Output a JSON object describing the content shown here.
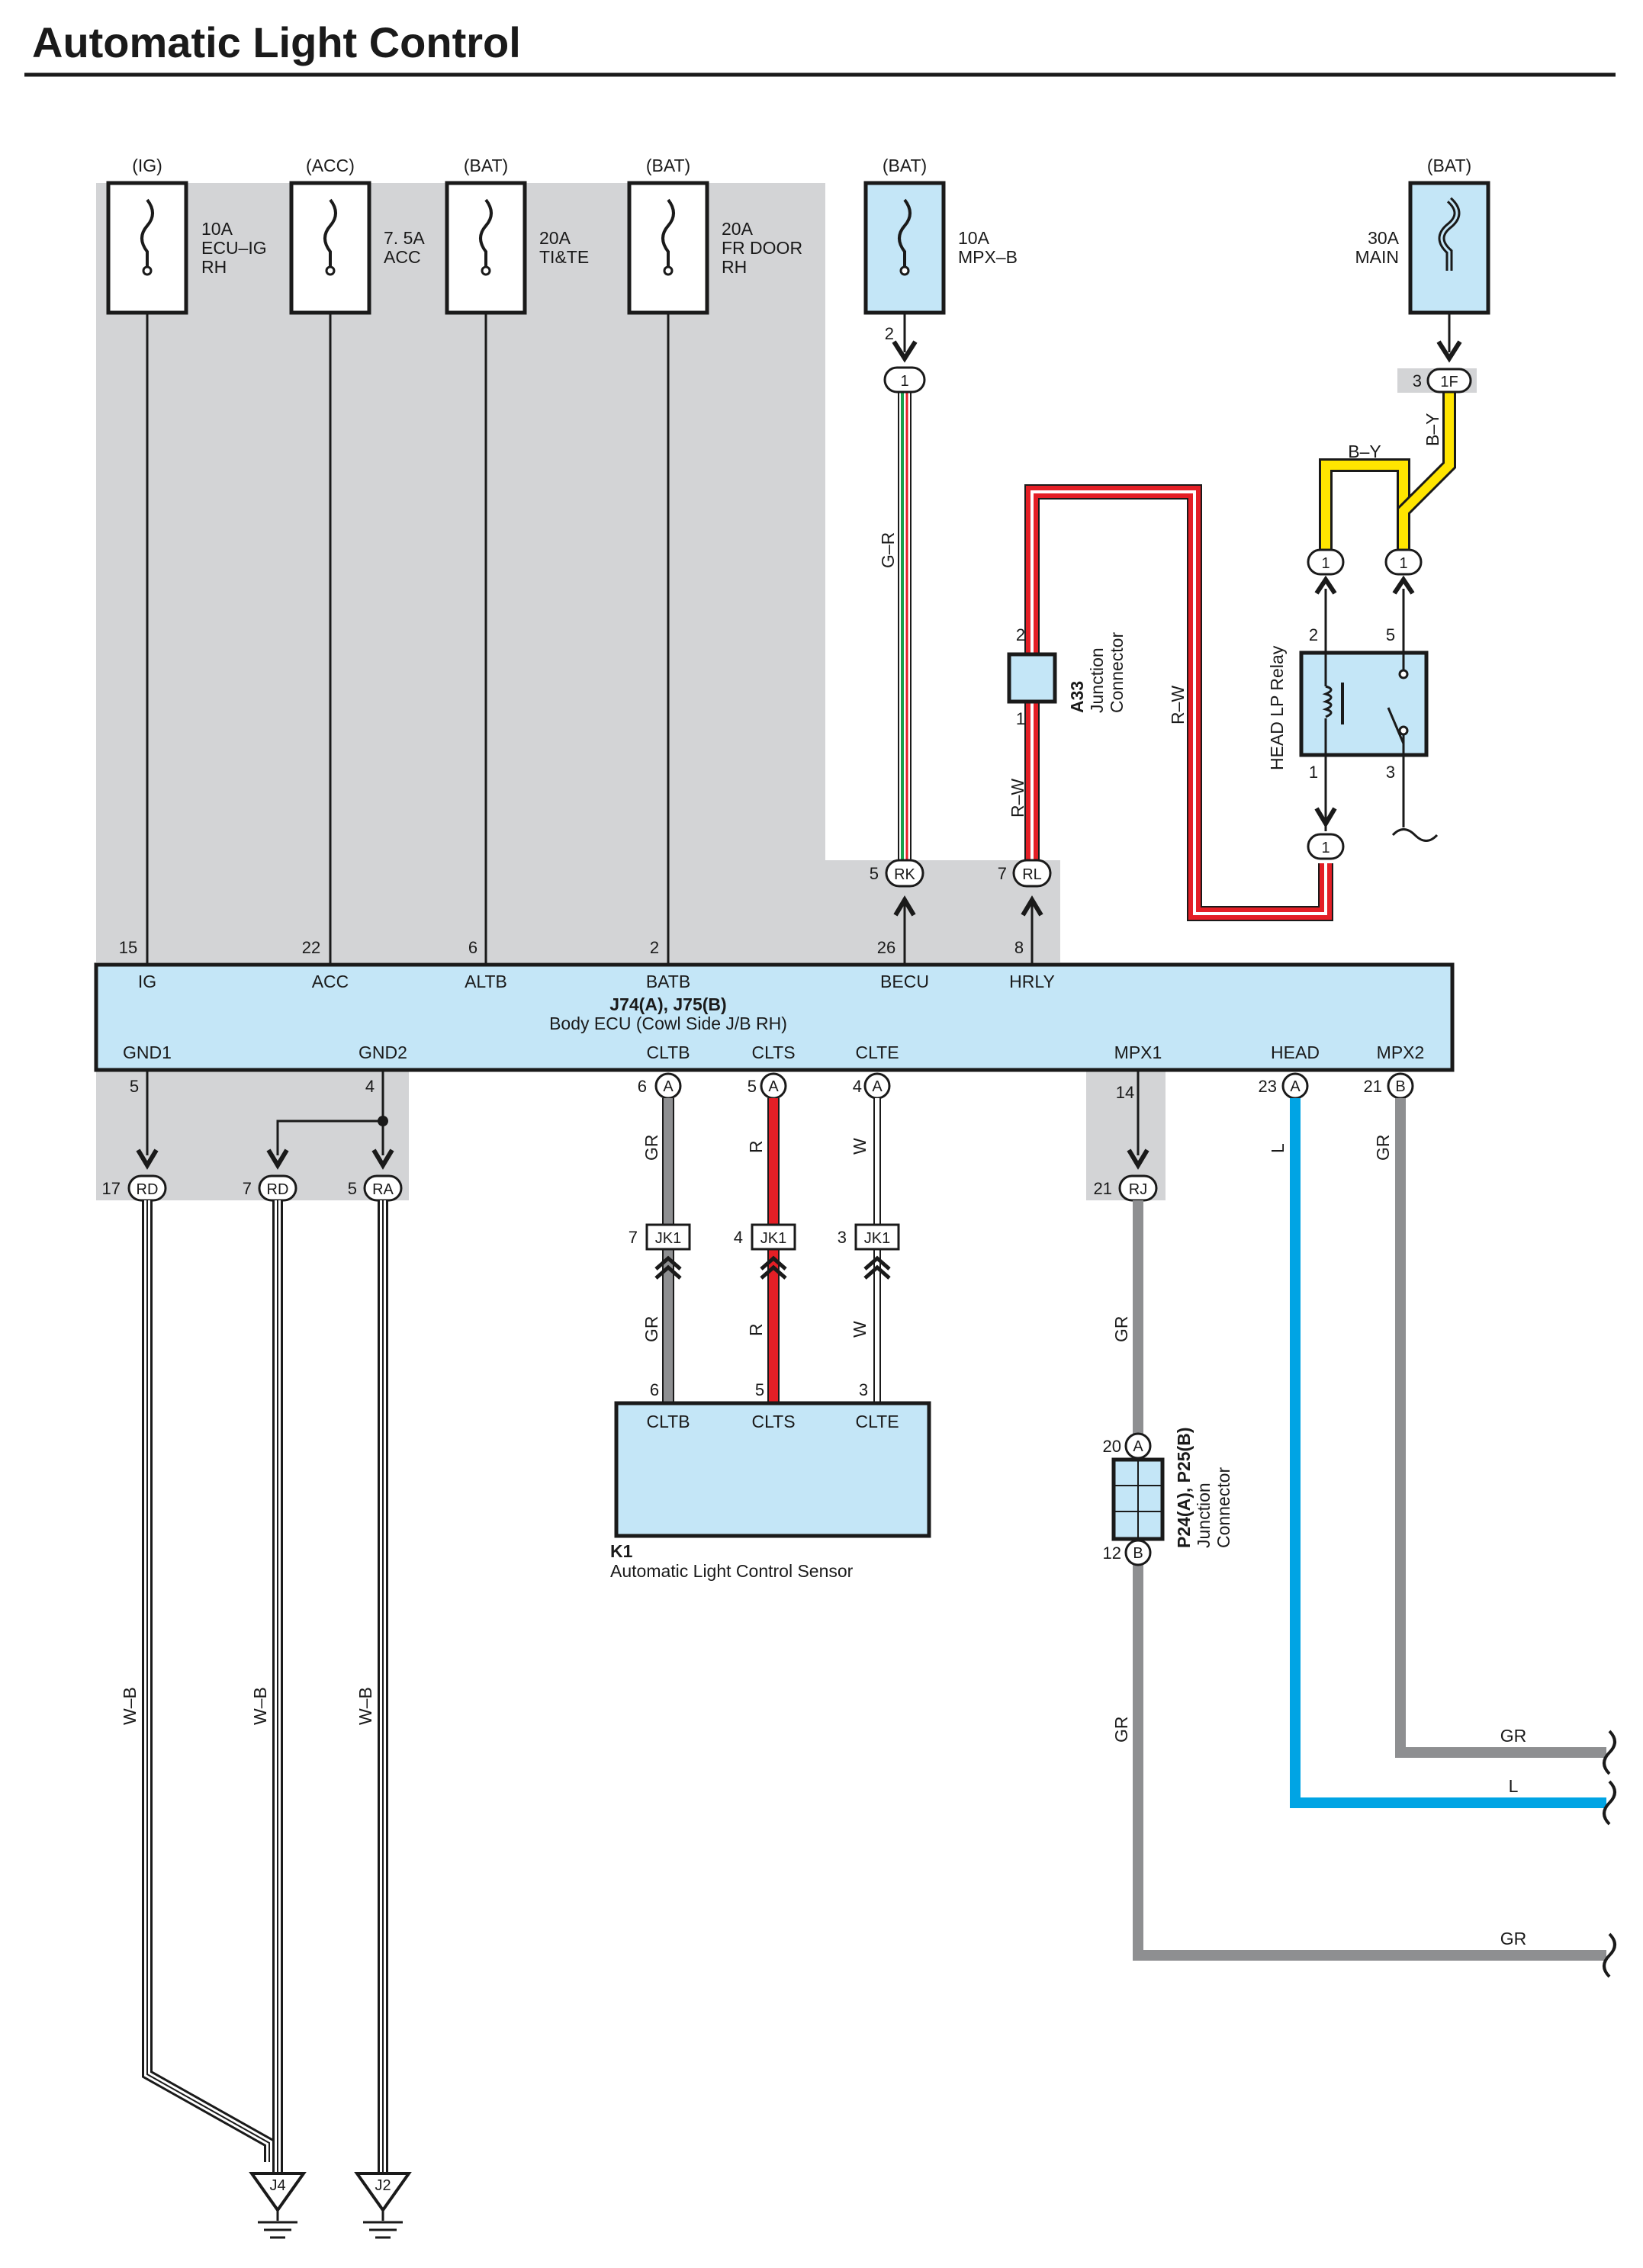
{
  "title": "Automatic Light Control",
  "fuses": [
    {
      "supply": "(IG)",
      "rating": "10A",
      "name_lines": [
        "ECU–IG",
        "RH"
      ]
    },
    {
      "supply": "(ACC)",
      "rating": "7. 5A",
      "name_lines": [
        "ACC"
      ]
    },
    {
      "supply": "(BAT)",
      "rating": "20A",
      "name_lines": [
        "TI&TE"
      ]
    },
    {
      "supply": "(BAT)",
      "rating": "20A",
      "name_lines": [
        "FR DOOR",
        "RH"
      ]
    },
    {
      "supply": "(BAT)",
      "rating": "10A",
      "name_lines": [
        "MPX–B"
      ]
    },
    {
      "supply": "(BAT)",
      "rating": "30A",
      "name_lines": [
        "MAIN"
      ]
    }
  ],
  "body_ecu": {
    "code": "J74(A), J75(B)",
    "name": "Body ECU (Cowl Side J/B RH)",
    "top_terminals": [
      {
        "name": "IG",
        "pin": "15"
      },
      {
        "name": "ACC",
        "pin": "22"
      },
      {
        "name": "ALTB",
        "pin": "6"
      },
      {
        "name": "BATB",
        "pin": "2"
      },
      {
        "name": "BECU",
        "pin": "26"
      },
      {
        "name": "HRLY",
        "pin": "8"
      }
    ],
    "bottom_terminals": [
      {
        "name": "GND1",
        "pin": "5",
        "conn": ""
      },
      {
        "name": "GND2",
        "pin": "4",
        "conn": ""
      },
      {
        "name": "CLTB",
        "pin": "6",
        "conn": "A"
      },
      {
        "name": "CLTS",
        "pin": "5",
        "conn": "A"
      },
      {
        "name": "CLTE",
        "pin": "4",
        "conn": "A"
      },
      {
        "name": "MPX1",
        "pin": "14",
        "conn": ""
      },
      {
        "name": "HEAD",
        "pin": "23",
        "conn": "A"
      },
      {
        "name": "MPX2",
        "pin": "21",
        "conn": "B"
      }
    ]
  },
  "connectors": {
    "mpxb_out": {
      "pin": "2",
      "label": "1"
    },
    "main_out": {
      "pin": "3",
      "label": "1F"
    },
    "rk": {
      "pin": "5",
      "label": "RK"
    },
    "rl": {
      "pin": "7",
      "label": "RL"
    },
    "relay_in_left": "1",
    "relay_in_right": "1",
    "relay_out": "1",
    "rd1": {
      "pin": "17",
      "label": "RD"
    },
    "rd2": {
      "pin": "7",
      "label": "RD"
    },
    "ra": {
      "pin": "5",
      "label": "RA"
    },
    "rj": {
      "pin": "21",
      "label": "RJ"
    },
    "jk_b": {
      "pin": "7",
      "label": "JK1"
    },
    "jk_s": {
      "pin": "4",
      "label": "JK1"
    },
    "jk_e": {
      "pin": "3",
      "label": "JK1"
    }
  },
  "junction_a33": {
    "code": "A33",
    "name_lines": [
      "Junction",
      "Connector"
    ],
    "pin_top": "2",
    "pin_bottom": "1"
  },
  "relay": {
    "name": "HEAD LP Relay",
    "pin_tl": "2",
    "pin_tr": "5",
    "pin_bl": "1",
    "pin_br": "3"
  },
  "junction_p": {
    "code": "P24(A), P25(B)",
    "name_lines": [
      "Junction",
      "Connector"
    ],
    "pin_top": "20",
    "conn_top": "A",
    "pin_bottom": "12",
    "conn_bottom": "B"
  },
  "sensor": {
    "code": "K1",
    "name": "Automatic Light Control Sensor",
    "terminals": [
      {
        "name": "CLTB",
        "pin": "6"
      },
      {
        "name": "CLTS",
        "pin": "5"
      },
      {
        "name": "CLTE",
        "pin": "3"
      }
    ]
  },
  "wire_colors": {
    "g_r": "G–R",
    "r_w_1": "R–W",
    "r_w_2": "R–W",
    "b_y_1": "B–Y",
    "b_y_2": "B–Y",
    "gr_b1": "GR",
    "gr_b2": "GR",
    "r1": "R",
    "r2": "R",
    "w1": "W",
    "w2": "W",
    "gr_mpx1_a": "GR",
    "gr_mpx1_b": "GR",
    "gr_mpx2": "GR",
    "l_head": "L",
    "gr_out_1": "GR",
    "l_out": "L",
    "gr_out_2": "GR",
    "wb1": "W–B",
    "wb2": "W–B",
    "wb3": "W–B"
  },
  "grounds": [
    "J4",
    "J2"
  ],
  "colors": {
    "ecu_fill": "#c4e6f7",
    "shade": "#d3d4d6",
    "red": "#e41f26",
    "green": "#19a04a",
    "yellow": "#ffe500",
    "blue": "#00a4e4",
    "gray": "#8e8f91"
  }
}
